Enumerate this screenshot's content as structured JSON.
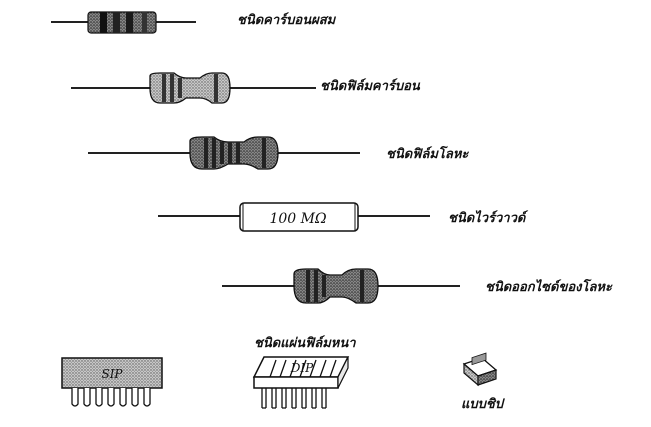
{
  "labels": {
    "carbon_composition": "ชนิดคาร์บอนผสม",
    "carbon_film": "ชนิดฟิล์มคาร์บอน",
    "metal_film": "ชนิดฟิล์มโลหะ",
    "wirewound": "ชนิดไวร์วาวด์",
    "metal_oxide": "ชนิดออกไซด์ของโลหะ",
    "thick_film": "ชนิดแผ่นฟิล์มหนา",
    "chip": "แบบชิป"
  },
  "markings": {
    "wirewound_value": "100 MΩ",
    "sip": "SIP",
    "dip": "DIP"
  }
}
